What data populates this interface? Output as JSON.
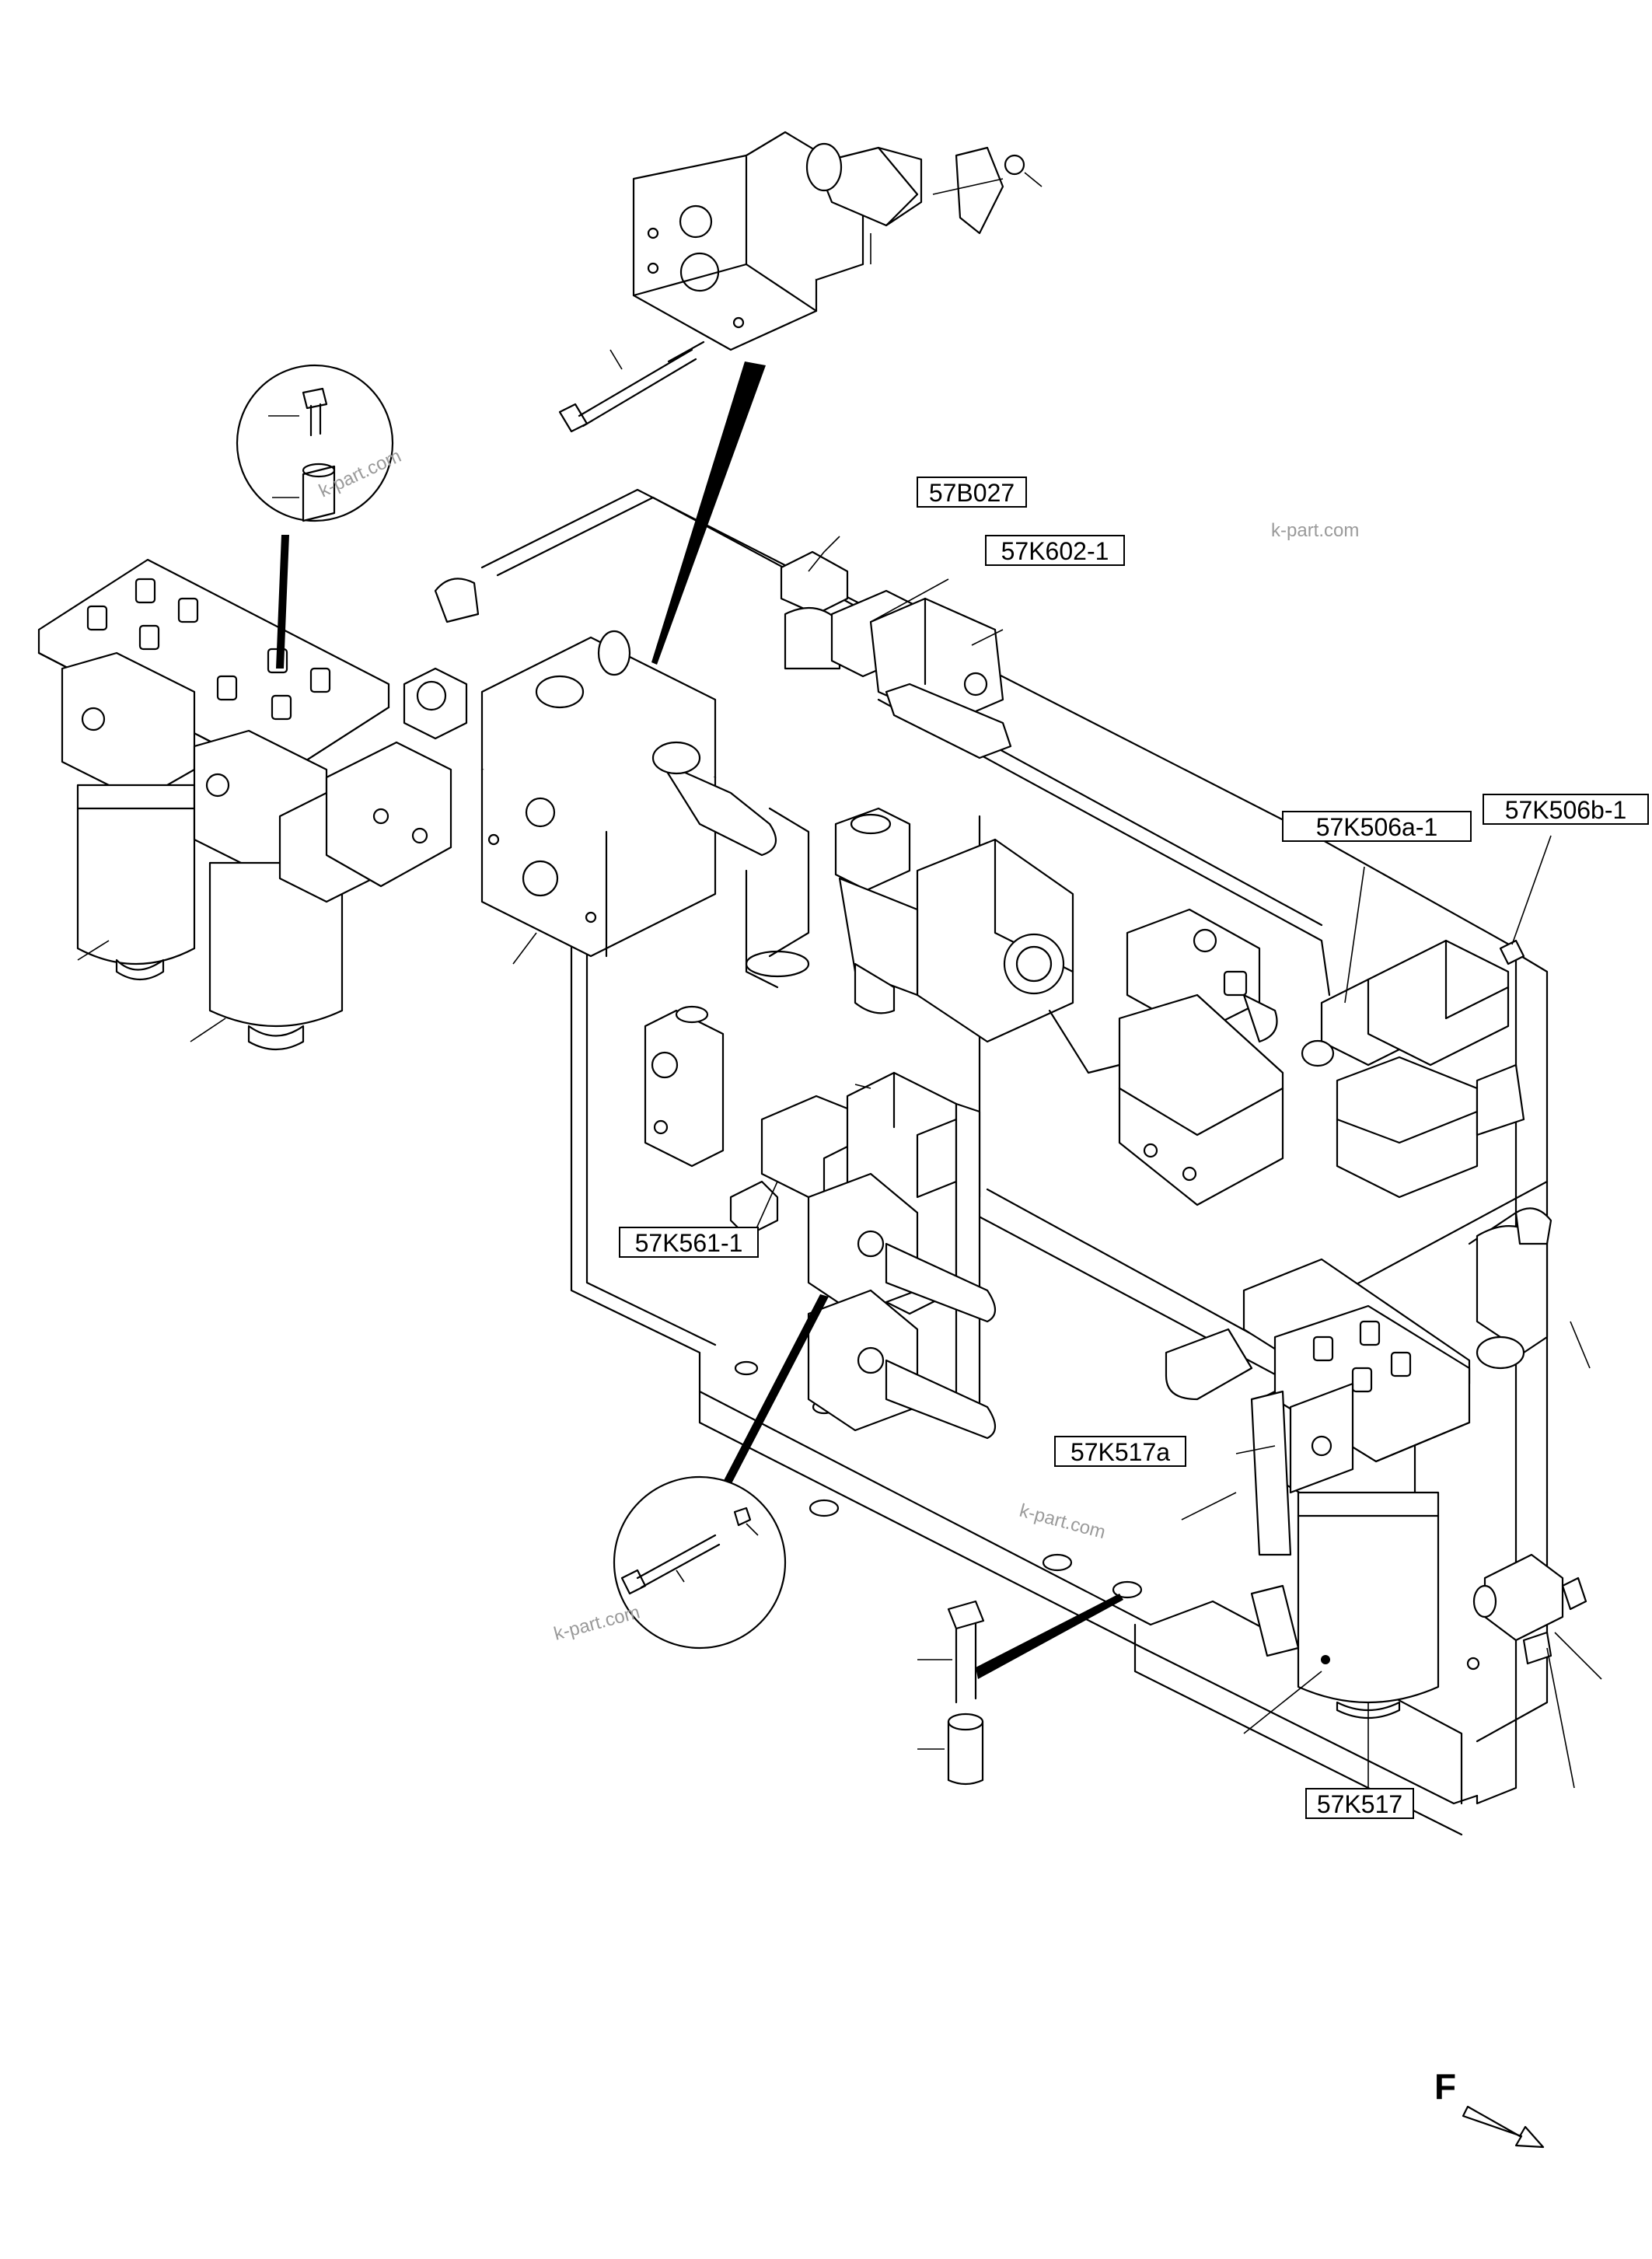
{
  "diagram": {
    "callouts": {
      "c1": "57B027",
      "c2": "57K602-1",
      "c3": "57K506a-1",
      "c4": "57K506b-1",
      "c5": "57K561-1",
      "c6": "57K517a",
      "c7": "57K517"
    },
    "watermarks": {
      "w1": "k-part.com",
      "w2": "k-part.com",
      "w3": "k-part.com",
      "w4": "k-part.com"
    },
    "direction_label": "F"
  }
}
